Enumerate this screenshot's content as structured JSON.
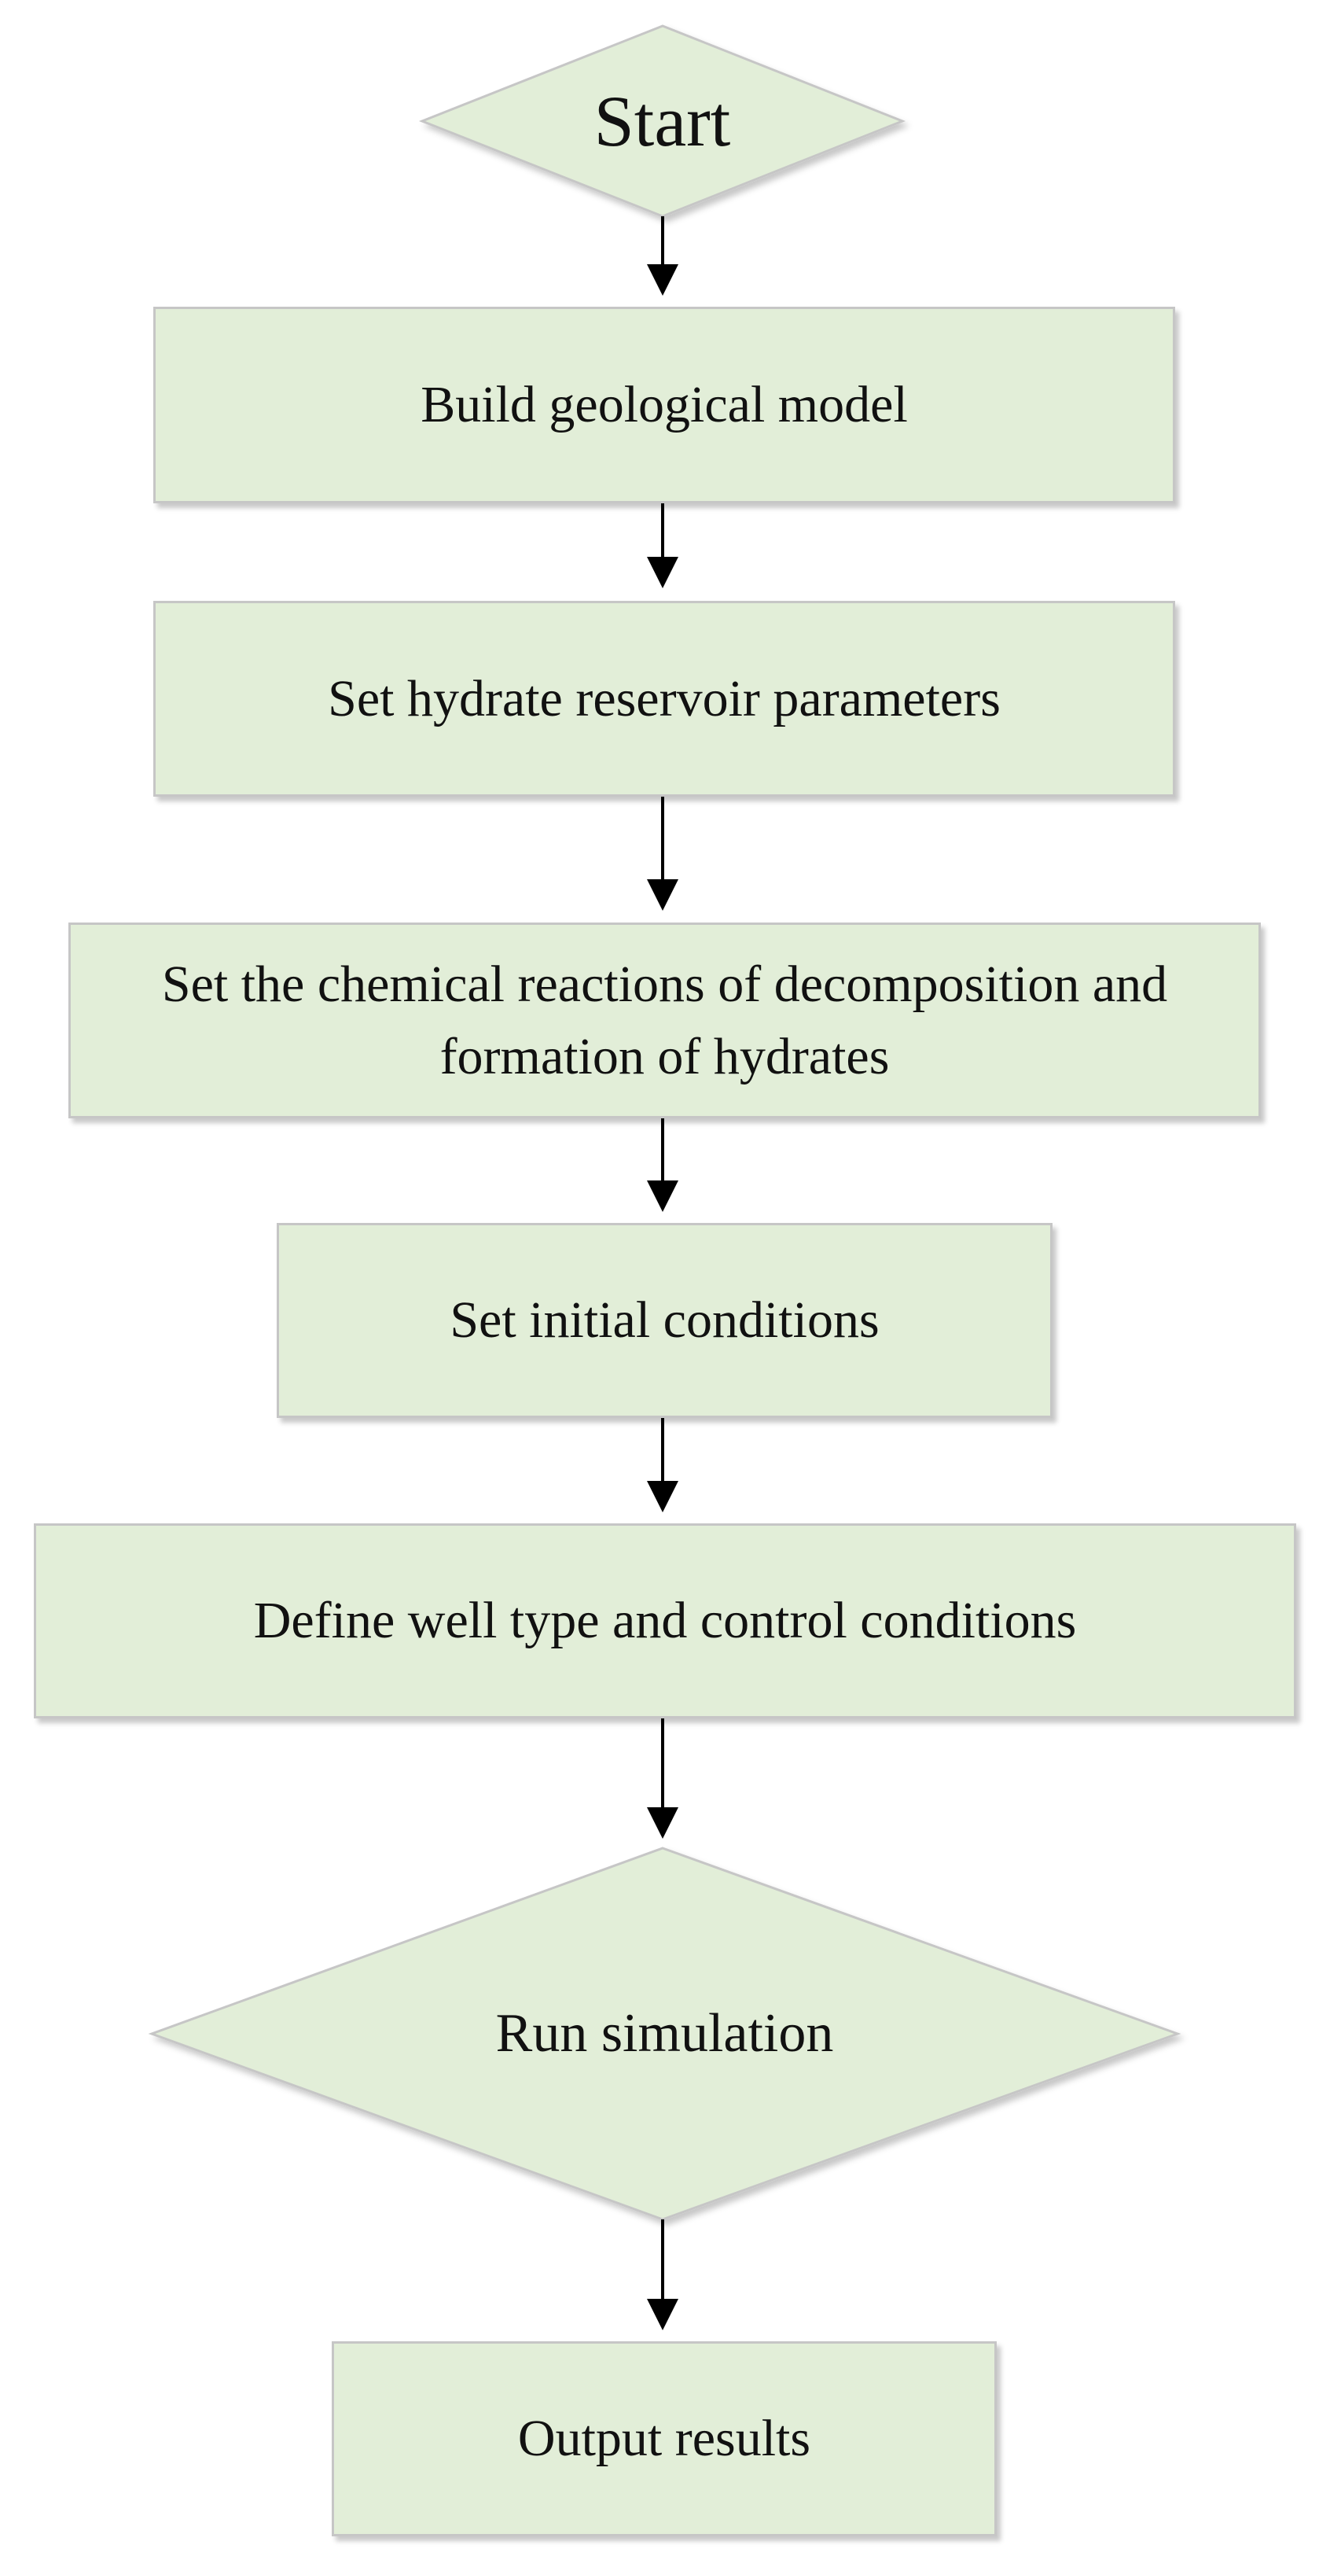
{
  "flowchart": {
    "colors": {
      "node_fill": "#e2eed8",
      "node_border": "#c6c6c6",
      "arrow": "#000000",
      "text": "#111111"
    },
    "nodes": {
      "start": {
        "shape": "diamond",
        "label": "Start"
      },
      "build_model": {
        "shape": "rectangle",
        "label": "Build geological model"
      },
      "reservoir_params": {
        "shape": "rectangle",
        "label": "Set hydrate reservoir parameters"
      },
      "chemical_reactions": {
        "shape": "rectangle",
        "label": "Set the chemical reactions of decomposition and formation of hydrates"
      },
      "initial_conditions": {
        "shape": "rectangle",
        "label": "Set initial conditions"
      },
      "well_type": {
        "shape": "rectangle",
        "label": "Define well type and control conditions"
      },
      "run_simulation": {
        "shape": "diamond",
        "label": "Run simulation"
      },
      "output_results": {
        "shape": "rectangle",
        "label": "Output results"
      }
    },
    "edges": [
      {
        "from": "start",
        "to": "build_model"
      },
      {
        "from": "build_model",
        "to": "reservoir_params"
      },
      {
        "from": "reservoir_params",
        "to": "chemical_reactions"
      },
      {
        "from": "chemical_reactions",
        "to": "initial_conditions"
      },
      {
        "from": "initial_conditions",
        "to": "well_type"
      },
      {
        "from": "well_type",
        "to": "run_simulation"
      },
      {
        "from": "run_simulation",
        "to": "output_results"
      }
    ]
  }
}
